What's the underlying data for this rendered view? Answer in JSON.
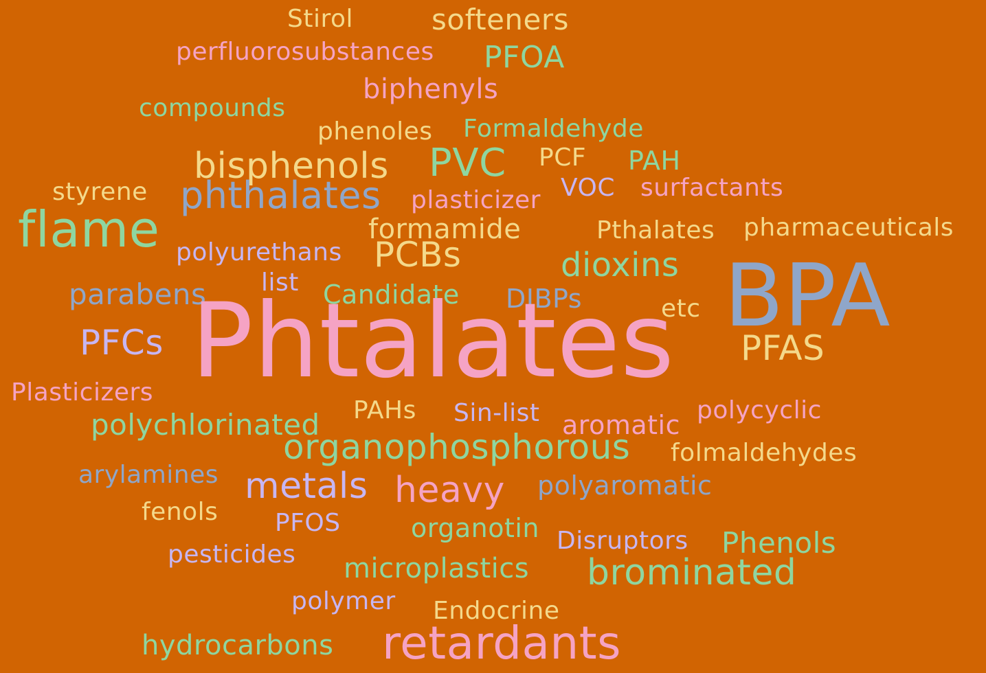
{
  "colors": {
    "background": "#D16402",
    "pink": "#F5A3C4",
    "green": "#8ED6A0",
    "yellow": "#F4D98B",
    "blue": "#8FA6C9",
    "lavender": "#C7B6F2"
  },
  "words": [
    {
      "text": "Stirol",
      "color": "yellow"
    },
    {
      "text": "softeners",
      "color": "yellow"
    },
    {
      "text": "perfluorosubstances",
      "color": "pink"
    },
    {
      "text": "PFOA",
      "color": "green"
    },
    {
      "text": "biphenyls",
      "color": "pink"
    },
    {
      "text": "compounds",
      "color": "green"
    },
    {
      "text": "phenoles",
      "color": "yellow"
    },
    {
      "text": "Formaldehyde",
      "color": "green"
    },
    {
      "text": "bisphenols",
      "color": "yellow"
    },
    {
      "text": "PVC",
      "color": "green"
    },
    {
      "text": "PCF",
      "color": "yellow"
    },
    {
      "text": "PAH",
      "color": "green"
    },
    {
      "text": "styrene",
      "color": "yellow"
    },
    {
      "text": "phthalates",
      "color": "blue"
    },
    {
      "text": "plasticizer",
      "color": "pink"
    },
    {
      "text": "VOC",
      "color": "lavender"
    },
    {
      "text": "surfactants",
      "color": "pink"
    },
    {
      "text": "flame",
      "color": "green"
    },
    {
      "text": "formamide",
      "color": "yellow"
    },
    {
      "text": "Pthalates",
      "color": "yellow"
    },
    {
      "text": "pharmaceuticals",
      "color": "yellow"
    },
    {
      "text": "polyurethans",
      "color": "lavender"
    },
    {
      "text": "PCBs",
      "color": "yellow"
    },
    {
      "text": "dioxins",
      "color": "green"
    },
    {
      "text": "BPA",
      "color": "blue"
    },
    {
      "text": "list",
      "color": "lavender"
    },
    {
      "text": "parabens",
      "color": "blue"
    },
    {
      "text": "Candidate",
      "color": "green"
    },
    {
      "text": "DIBPs",
      "color": "blue"
    },
    {
      "text": "etc",
      "color": "yellow"
    },
    {
      "text": "PFCs",
      "color": "lavender"
    },
    {
      "text": "Phtalates",
      "color": "pink"
    },
    {
      "text": "PFAS",
      "color": "yellow"
    },
    {
      "text": "Plasticizers",
      "color": "pink"
    },
    {
      "text": "PAHs",
      "color": "yellow"
    },
    {
      "text": "Sin-list",
      "color": "lavender"
    },
    {
      "text": "polycyclic",
      "color": "pink"
    },
    {
      "text": "polychlorinated",
      "color": "green"
    },
    {
      "text": "aromatic",
      "color": "pink"
    },
    {
      "text": "organophosphorous",
      "color": "green"
    },
    {
      "text": "folmaldehydes",
      "color": "yellow"
    },
    {
      "text": "arylamines",
      "color": "blue"
    },
    {
      "text": "metals",
      "color": "lavender"
    },
    {
      "text": "heavy",
      "color": "pink"
    },
    {
      "text": "polyaromatic",
      "color": "blue"
    },
    {
      "text": "fenols",
      "color": "yellow"
    },
    {
      "text": "PFOS",
      "color": "lavender"
    },
    {
      "text": "organotin",
      "color": "green"
    },
    {
      "text": "Disruptors",
      "color": "lavender"
    },
    {
      "text": "Phenols",
      "color": "green"
    },
    {
      "text": "pesticides",
      "color": "lavender"
    },
    {
      "text": "microplastics",
      "color": "green"
    },
    {
      "text": "brominated",
      "color": "green"
    },
    {
      "text": "polymer",
      "color": "lavender"
    },
    {
      "text": "Endocrine",
      "color": "yellow"
    },
    {
      "text": "hydrocarbons",
      "color": "green"
    },
    {
      "text": "retardants",
      "color": "pink"
    }
  ]
}
